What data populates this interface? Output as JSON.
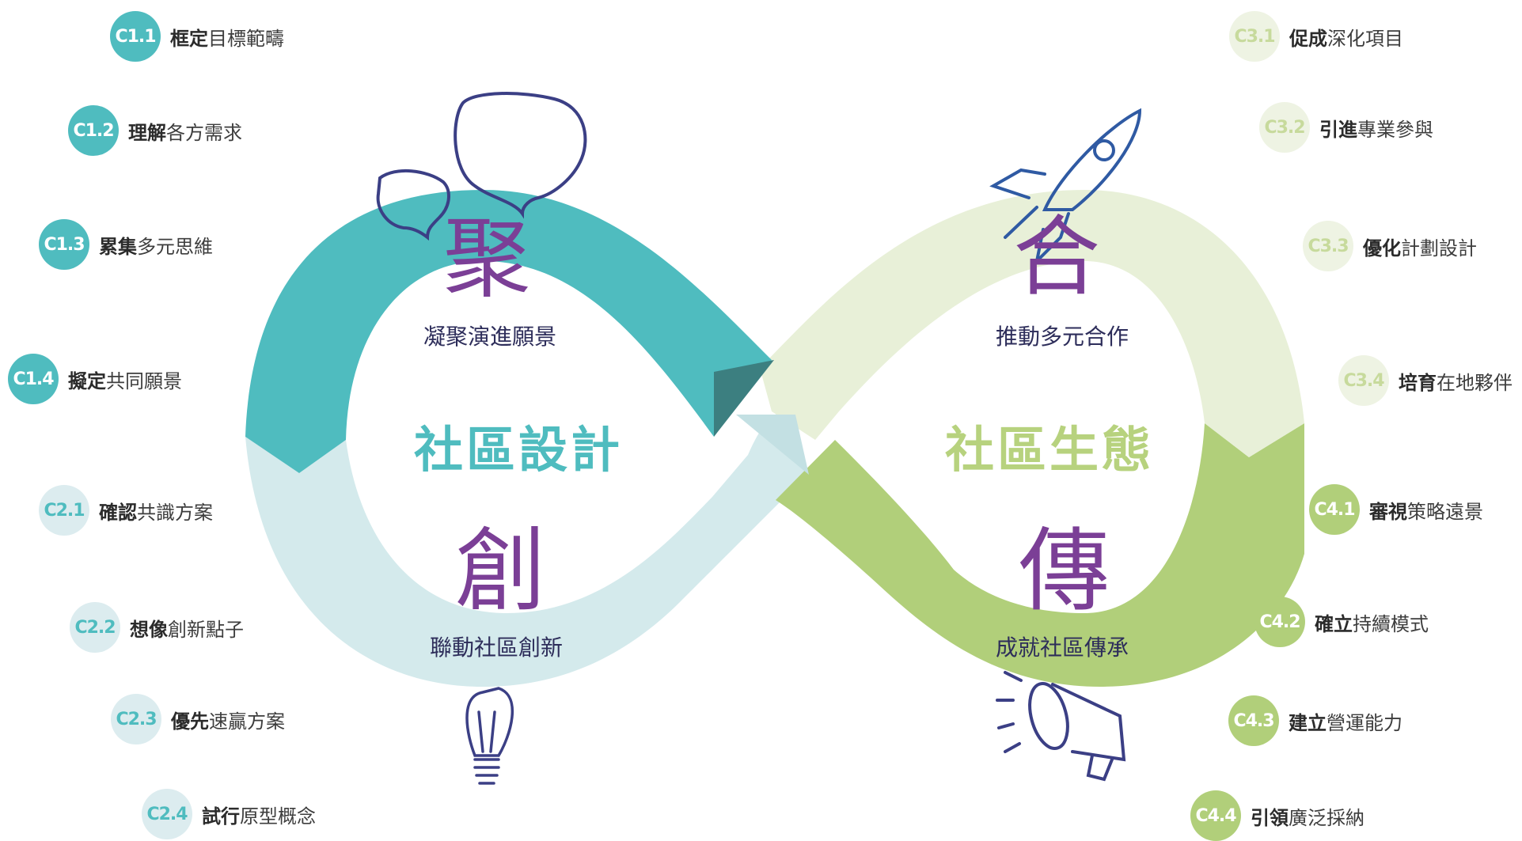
{
  "colors": {
    "teal": "#4fbcbf",
    "teal_dark": "#3c7f80",
    "teal_light": "#d4eaec",
    "green_light": "#e8f0d8",
    "green": "#b1cf7a",
    "green_text": "#b7d27e",
    "purple": "#7b3f96",
    "navy": "#3b3f85",
    "badge_text_teal": "#4fbcbf"
  },
  "center": {
    "left_title": "社區設計",
    "right_title": "社區生態"
  },
  "quadrants": [
    {
      "id": "q1",
      "big": "聚",
      "caption": "凝聚演進願景"
    },
    {
      "id": "q2",
      "big": "創",
      "caption": "聯動社區創新"
    },
    {
      "id": "q3",
      "big": "合",
      "caption": "推動多元合作"
    },
    {
      "id": "q4",
      "big": "傳",
      "caption": "成就社區傳承"
    }
  ],
  "icons": [
    "speech-bubbles-icon",
    "lightbulb-icon",
    "rocket-icon",
    "megaphone-icon"
  ],
  "left_items": [
    {
      "code": "C1.1",
      "bold": "框定",
      "rest": "目標範疇",
      "style": "teal"
    },
    {
      "code": "C1.2",
      "bold": "理解",
      "rest": "各方需求",
      "style": "teal"
    },
    {
      "code": "C1.3",
      "bold": "累集",
      "rest": "多元思維",
      "style": "teal"
    },
    {
      "code": "C1.4",
      "bold": "擬定",
      "rest": "共同願景",
      "style": "teal"
    },
    {
      "code": "C2.1",
      "bold": "確認",
      "rest": "共識方案",
      "style": "teal-light"
    },
    {
      "code": "C2.2",
      "bold": "想像",
      "rest": "創新點子",
      "style": "teal-light"
    },
    {
      "code": "C2.3",
      "bold": "優先",
      "rest": "速贏方案",
      "style": "teal-light"
    },
    {
      "code": "C2.4",
      "bold": "試行",
      "rest": "原型概念",
      "style": "teal-light"
    }
  ],
  "right_items": [
    {
      "code": "C3.1",
      "bold": "促成",
      "rest": "深化項目",
      "style": "green-light"
    },
    {
      "code": "C3.2",
      "bold": "引進",
      "rest": "專業參與",
      "style": "green-light"
    },
    {
      "code": "C3.3",
      "bold": "優化",
      "rest": "計劃設計",
      "style": "green-light"
    },
    {
      "code": "C3.4",
      "bold": "培育",
      "rest": "在地夥伴",
      "style": "green-light"
    },
    {
      "code": "C4.1",
      "bold": "審視",
      "rest": "策略遠景",
      "style": "green"
    },
    {
      "code": "C4.2",
      "bold": "確立",
      "rest": "持續模式",
      "style": "green"
    },
    {
      "code": "C4.3",
      "bold": "建立",
      "rest": "營運能力",
      "style": "green"
    },
    {
      "code": "C4.4",
      "bold": "引領",
      "rest": "廣泛採納",
      "style": "green"
    }
  ]
}
